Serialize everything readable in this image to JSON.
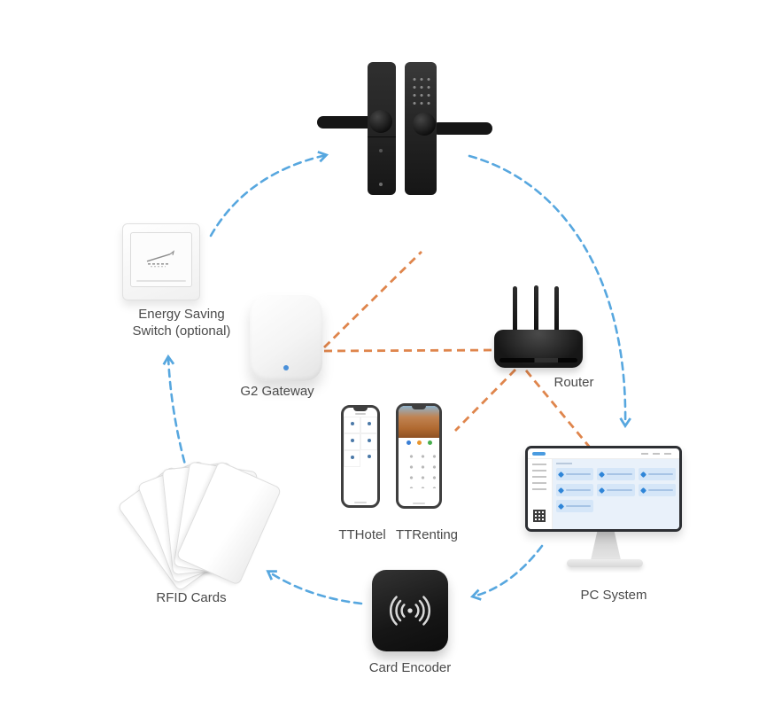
{
  "labels": {
    "energy_saving_switch": "Energy Saving Switch (optional)",
    "g2_gateway": "G2 Gateway",
    "router": "Router",
    "tthotel": "TTHotel",
    "ttrenting": "TTRenting",
    "pc_system": "PC System",
    "rfid_cards": "RFID Cards",
    "card_encoder": "Card Encoder"
  },
  "colors": {
    "background": "#ffffff",
    "flow_arrow_blue": "#57a7df",
    "network_link_orange": "#df854c",
    "label_text": "#4a4a4a",
    "gateway_led_blue": "#4a90d9"
  },
  "connections": {
    "flow_cycle_blue_dashed": [
      "Energy Saving Switch -> Smart Lock",
      "Smart Lock -> PC System",
      "PC System -> Card Encoder",
      "Card Encoder -> RFID Cards",
      "RFID Cards -> Energy Saving Switch"
    ],
    "network_links_orange_dashed": [
      "G2 Gateway - Smart Lock",
      "G2 Gateway - Router",
      "Router - TTRenting Phone",
      "Router - PC System"
    ]
  }
}
